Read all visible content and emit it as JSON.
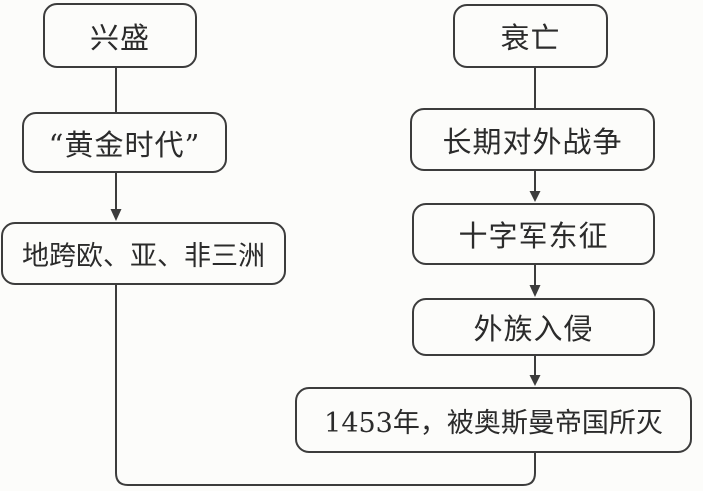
{
  "diagram": {
    "type": "flowchart",
    "topic": "rise-and-fall-flow",
    "nodes": {
      "prosperity": "兴盛",
      "golden_age": "“黄金时代”",
      "three_continents": "地跨欧、亚、非三洲",
      "decline": "衰亡",
      "foreign_wars": "长期对外战争",
      "crusades": "十字军东征",
      "foreign_invasion": "外族入侵",
      "fall_1453": "1453年，被奥斯曼帝国所灭"
    },
    "edges": [
      {
        "from": "prosperity",
        "to": "golden_age",
        "arrowhead": false
      },
      {
        "from": "golden_age",
        "to": "three_continents",
        "arrowhead": true
      },
      {
        "from": "decline",
        "to": "foreign_wars",
        "arrowhead": false
      },
      {
        "from": "foreign_wars",
        "to": "crusades",
        "arrowhead": true
      },
      {
        "from": "crusades",
        "to": "foreign_invasion",
        "arrowhead": true
      },
      {
        "from": "foreign_invasion",
        "to": "fall_1453",
        "arrowhead": true
      },
      {
        "from": "three_continents",
        "to": "merge-point",
        "arrowhead": false
      },
      {
        "from": "fall_1453",
        "to": "merge-point",
        "arrowhead": false
      }
    ],
    "colors": {
      "line": "#3c3c3c",
      "text": "#2b2b2b",
      "background": "#fcfcfa"
    }
  }
}
